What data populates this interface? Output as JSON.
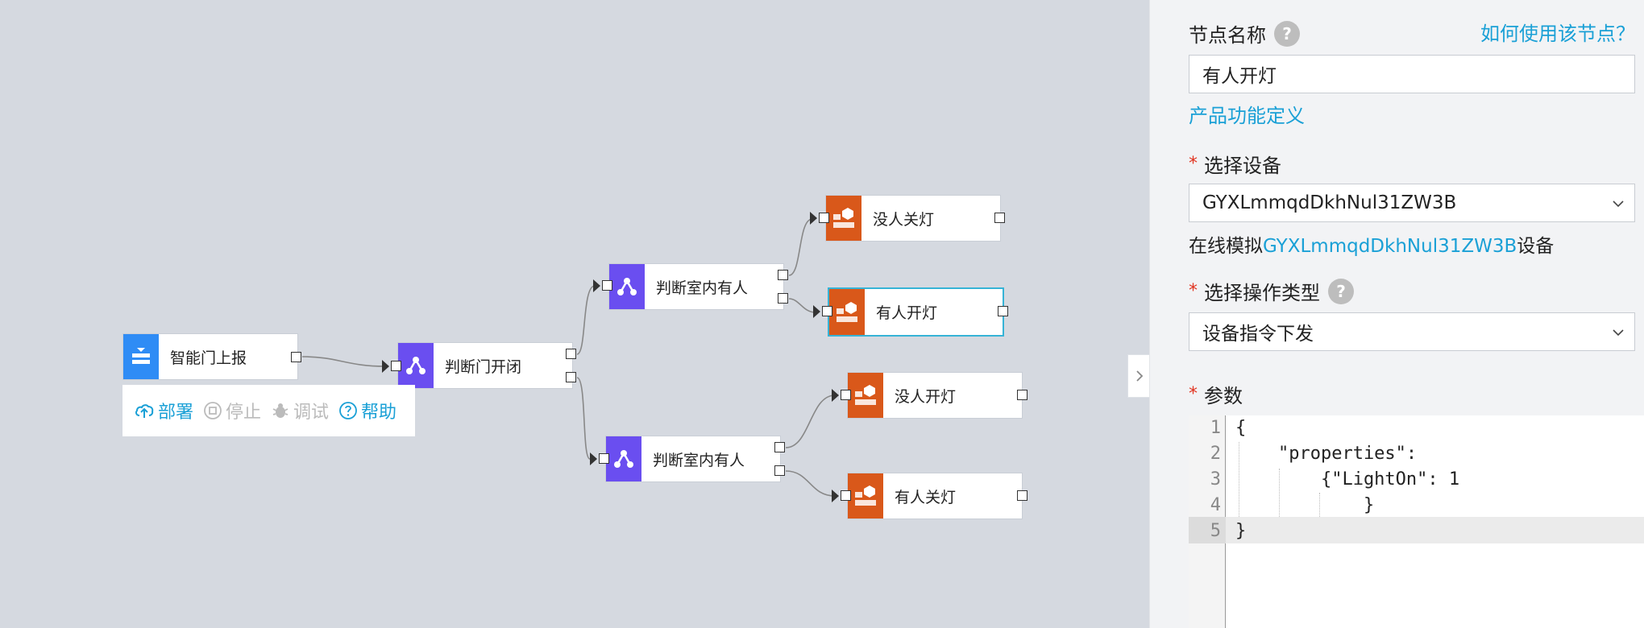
{
  "canvas": {
    "nodes": {
      "n1": {
        "label": "智能门上报",
        "icon": "upload-icon"
      },
      "n2": {
        "label": "判断门开闭",
        "icon": "branch-icon"
      },
      "n3": {
        "label": "判断室内有人",
        "icon": "branch-icon"
      },
      "n4": {
        "label": "判断室内有人",
        "icon": "branch-icon"
      },
      "n5": {
        "label": "没人关灯",
        "icon": "device-icon"
      },
      "n6": {
        "label": "有人开灯",
        "icon": "device-icon"
      },
      "n7": {
        "label": "没人开灯",
        "icon": "device-icon"
      },
      "n8": {
        "label": "有人关灯",
        "icon": "device-icon"
      }
    },
    "toolbar": {
      "deploy": "部署",
      "stop": "停止",
      "debug": "调试",
      "help": "帮助"
    }
  },
  "panel": {
    "node_name_label": "节点名称",
    "how_to_link": "如何使用该节点？",
    "node_name_value": "有人开灯",
    "product_def_link": "产品功能定义",
    "select_device_label": "选择设备",
    "device_value": "GYXLmmqdDkhNul31ZW3B",
    "online_sim_prefix": "在线模拟",
    "online_sim_device": "GYXLmmqdDkhNul31ZW3B",
    "online_sim_suffix": "设备",
    "op_type_label": "选择操作类型",
    "op_type_value": "设备指令下发",
    "params_label": "参数",
    "code_lines": [
      {
        "num": "1",
        "text": "{"
      },
      {
        "num": "2",
        "text": "    \"properties\":"
      },
      {
        "num": "3",
        "text": "        {\"LightOn\": 1"
      },
      {
        "num": "4",
        "text": "            }"
      },
      {
        "num": "5",
        "text": "}"
      }
    ]
  },
  "colors": {
    "accent": "#1aa0d6",
    "required": "#e1321e",
    "node_blue": "#2f8cf5",
    "node_purple": "#6a4ef0",
    "node_orange": "#d9581a",
    "canvas_bg": "#d5d9e0"
  }
}
